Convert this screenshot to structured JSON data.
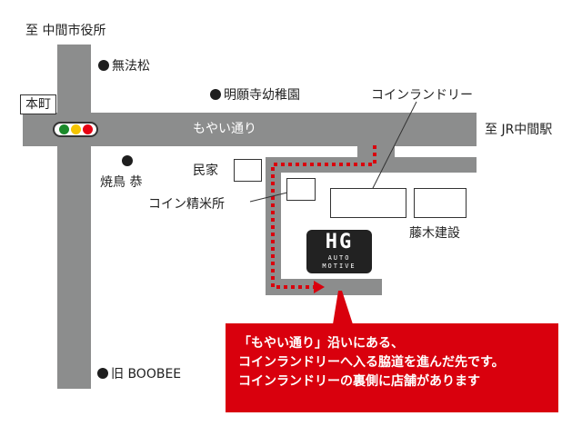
{
  "map": {
    "direction_north": "至 中間市役所",
    "direction_east": "至 JR中間駅",
    "intersection": "本町",
    "main_road": "もやい通り",
    "traffic_light_colors": [
      "#1a8a2a",
      "#f5c400",
      "#e60012"
    ],
    "landmarks": {
      "mushomatsu": "無法松",
      "kindergarten": "明願寺幼稚園",
      "yakitori": "焼鳥 恭",
      "old_boobee": "旧 BOOBEE",
      "house": "民家",
      "rice_mill": "コイン精米所",
      "laundry": "コインランドリー",
      "construction": "藤木建設"
    },
    "logo": {
      "main": "HG",
      "line1": "AUTO",
      "line2": "MOTIVE"
    },
    "route_color": "#d9000d",
    "road_color": "#8c8d8d"
  },
  "callout": {
    "line1": "「もやい通り」沿いにある、",
    "line2": "コインランドリーへ入る脇道を進んだ先です。",
    "line3": "コインランドリーの裏側に店舗があります",
    "background": "#d9000d"
  }
}
